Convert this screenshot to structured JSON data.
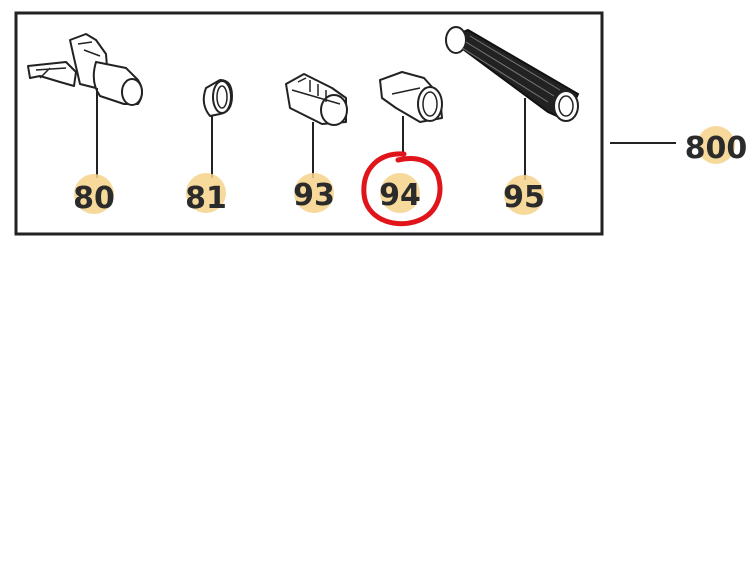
{
  "parts": [
    {
      "id": "p80",
      "label": "80",
      "icon": "trigger-switch-assembly-icon"
    },
    {
      "id": "p81",
      "label": "81",
      "icon": "ring-icon"
    },
    {
      "id": "p93",
      "label": "93",
      "icon": "bushing-icon"
    },
    {
      "id": "p94",
      "label": "94",
      "icon": "sleeve-icon"
    },
    {
      "id": "p95",
      "label": "95",
      "icon": "ribbed-tube-icon"
    }
  ],
  "assembly": {
    "label": "800"
  },
  "highlight": {
    "part_label": "94",
    "color": "#e0151c"
  },
  "colors": {
    "label_highlight": "#f6d28b",
    "frame": "#222222"
  }
}
